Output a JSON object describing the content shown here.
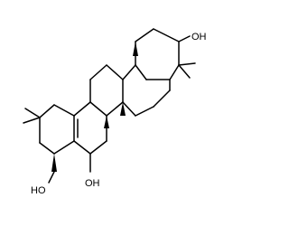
{
  "labels": {
    "oh_top_right": "OH",
    "oh_bottom_left": "HO",
    "oh_bottom_center": "OH"
  },
  "colors": {
    "bond": "#000000",
    "background": "#ffffff"
  }
}
